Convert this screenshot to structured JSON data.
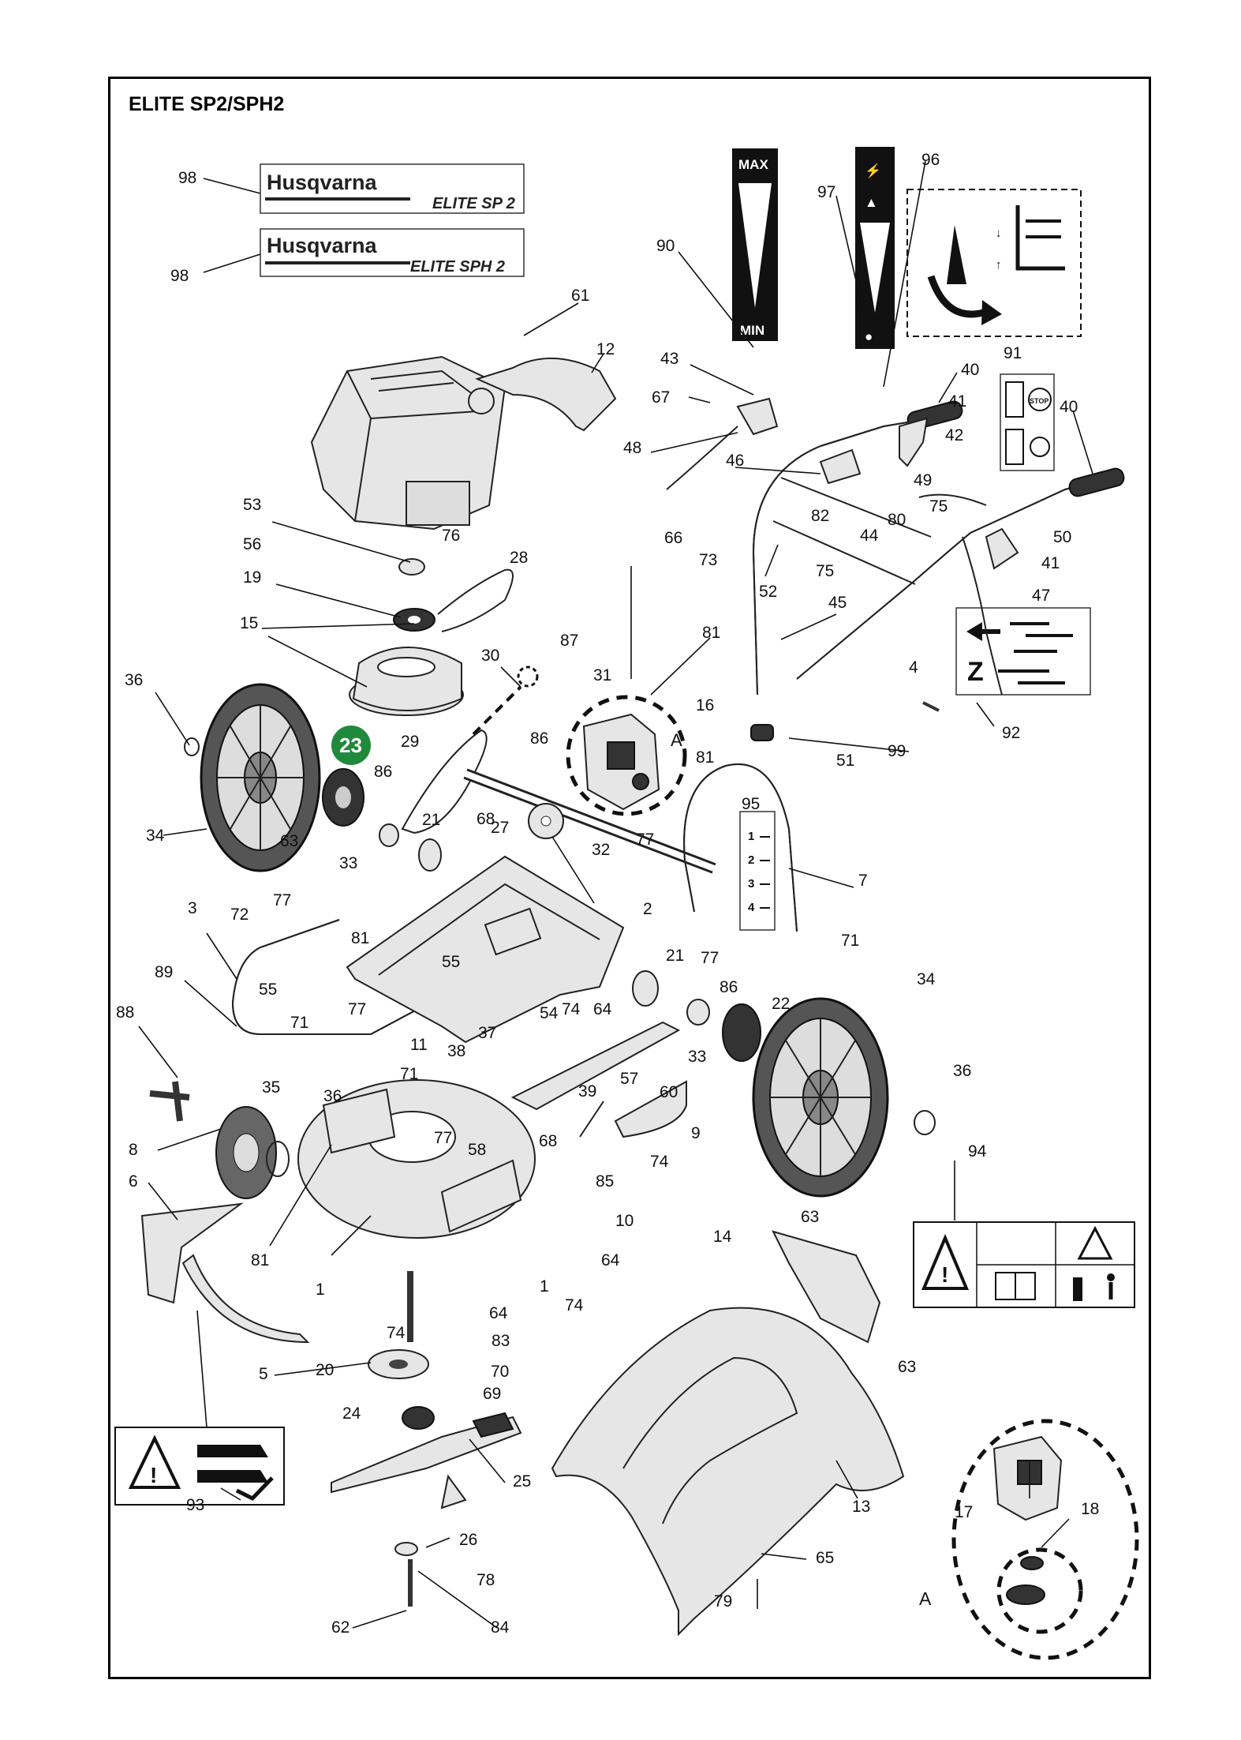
{
  "title": "ELITE SP2/SPH2",
  "decals": {
    "brand": "Husqvarna",
    "model_sp2": "ELITE SP 2",
    "model_sph2": "ELITE SPH 2",
    "throttle_max": "MAX",
    "throttle_min": "MIN",
    "stop_label": "STOP",
    "steps": [
      "1",
      "2",
      "3",
      "4"
    ]
  },
  "highlight": {
    "number": "23",
    "color": "#1f8a3c"
  },
  "detail_marker": "A",
  "callouts": [
    "98",
    "98",
    "61",
    "12",
    "90",
    "97",
    "96",
    "43",
    "67",
    "48",
    "46",
    "40",
    "41",
    "42",
    "91",
    "40",
    "49",
    "75",
    "80",
    "44",
    "50",
    "82",
    "75",
    "66",
    "73",
    "52",
    "45",
    "41",
    "47",
    "92",
    "4",
    "99",
    "53",
    "76",
    "56",
    "28",
    "19",
    "15",
    "30",
    "87",
    "31",
    "81",
    "16",
    "36",
    "86",
    "29",
    "86",
    "51",
    "34",
    "63",
    "33",
    "21",
    "68",
    "27",
    "81",
    "77",
    "95",
    "32",
    "7",
    "3",
    "72",
    "77",
    "81",
    "2",
    "89",
    "55",
    "55",
    "71",
    "77",
    "21",
    "86",
    "77",
    "71",
    "74",
    "64",
    "34",
    "88",
    "54",
    "22",
    "37",
    "11",
    "38",
    "33",
    "36",
    "71",
    "35",
    "36",
    "57",
    "39",
    "60",
    "8",
    "77",
    "58",
    "68",
    "9",
    "74",
    "85",
    "6",
    "10",
    "94",
    "81",
    "1",
    "64",
    "63",
    "14",
    "1",
    "64",
    "74",
    "74",
    "83",
    "5",
    "20",
    "70",
    "69",
    "63",
    "24",
    "25",
    "93",
    "13",
    "18",
    "17",
    "26",
    "65",
    "78",
    "79",
    "62",
    "84",
    "A"
  ]
}
